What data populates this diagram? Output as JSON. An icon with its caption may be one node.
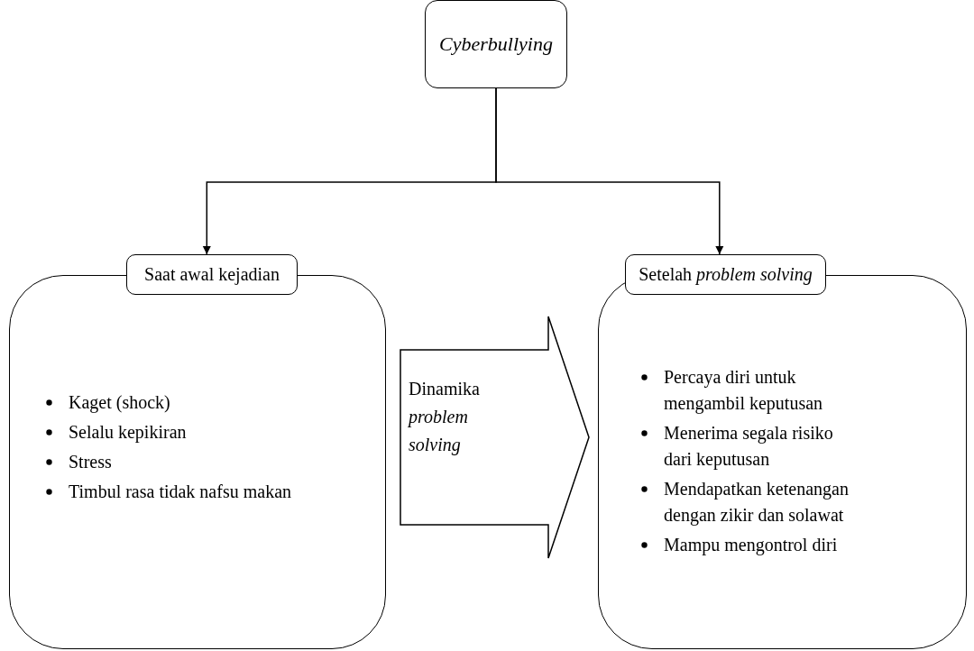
{
  "diagram": {
    "nodes": [
      {
        "text": [
          "Cyberbullying"
        ]
      },
      {
        "text": [
          "Kaget (shock)",
          "Selalu kepikiran",
          "Stress",
          "Timbul rasa tidak nafsu makan"
        ]
      },
      {
        "text": [
          "Saat awal kejadian"
        ]
      },
      {
        "text": [
          "Percaya diri untuk mengambil keputusan",
          "Menerima segala risiko dari keputusan",
          "Mendapatkan ketenangan dengan zikir dan solawat",
          "Mampu mengontrol diri"
        ]
      },
      {
        "text": [
          "Setelah *problem solving*"
        ]
      },
      {
        "text": [
          "Dinamika *problem solving*"
        ]
      }
    ],
    "edges": [
      {
        "from": 0,
        "to": 2,
        "arrow": "to"
      },
      {
        "from": 0,
        "to": 4,
        "arrow": "to"
      }
    ]
  }
}
